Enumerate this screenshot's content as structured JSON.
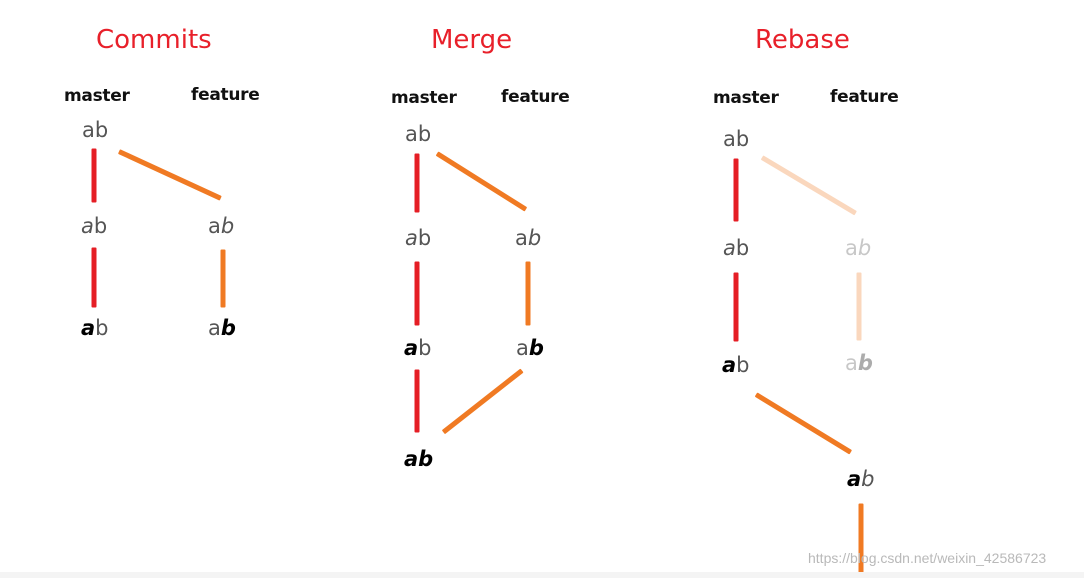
{
  "panels": [
    {
      "title": "Commits",
      "branches": [
        "master",
        "feature"
      ],
      "nodes": [
        {
          "a": "a",
          "b": "b",
          "style": "plain"
        },
        {
          "a": "a",
          "b": "b",
          "style": "a-italic"
        },
        {
          "a": "a",
          "b": "b",
          "style": "b-italic"
        },
        {
          "a": "a",
          "b": "b",
          "style": "a-bold"
        },
        {
          "a": "a",
          "b": "b",
          "style": "b-bold"
        }
      ]
    },
    {
      "title": "Merge",
      "branches": [
        "master",
        "feature"
      ],
      "nodes": [
        {
          "a": "a",
          "b": "b",
          "style": "plain"
        },
        {
          "a": "a",
          "b": "b",
          "style": "a-italic"
        },
        {
          "a": "a",
          "b": "b",
          "style": "b-italic"
        },
        {
          "a": "a",
          "b": "b",
          "style": "a-bold"
        },
        {
          "a": "a",
          "b": "b",
          "style": "b-bold"
        },
        {
          "a": "a",
          "b": "b",
          "style": "both-bold"
        }
      ]
    },
    {
      "title": "Rebase",
      "branches": [
        "master",
        "feature"
      ],
      "nodes": [
        {
          "a": "a",
          "b": "b",
          "style": "plain"
        },
        {
          "a": "a",
          "b": "b",
          "style": "a-italic"
        },
        {
          "a": "a",
          "b": "b",
          "style": "b-italic",
          "faded": true
        },
        {
          "a": "a",
          "b": "b",
          "style": "a-bold"
        },
        {
          "a": "a",
          "b": "b",
          "style": "b-bold",
          "faded": true
        },
        {
          "a": "a",
          "b": "b",
          "style": "a-bold-b-italic"
        }
      ]
    }
  ],
  "colors": {
    "title": "#e8202a",
    "master_line": "#e51e25",
    "feature_line": "#f07a23"
  },
  "watermark": "https://blog.csdn.net/weixin_42586723"
}
